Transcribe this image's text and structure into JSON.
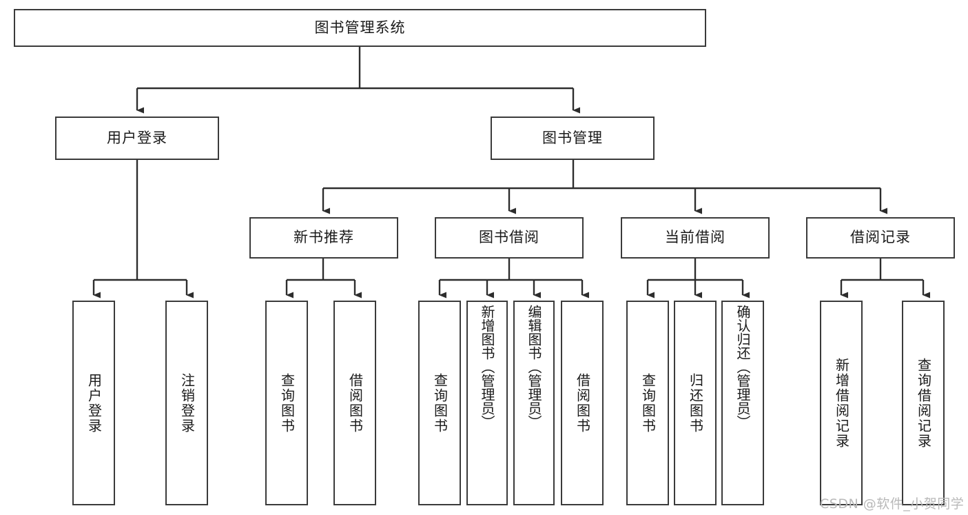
{
  "diagram": {
    "title": "图书管理系统",
    "type": "tree-hierarchy",
    "root": {
      "label": "图书管理系统"
    },
    "level2": [
      {
        "label": "用户登录"
      },
      {
        "label": "图书管理"
      }
    ],
    "level3": [
      {
        "label": "新书推荐",
        "parent": "图书管理"
      },
      {
        "label": "图书借阅",
        "parent": "图书管理"
      },
      {
        "label": "当前借阅",
        "parent": "图书管理"
      },
      {
        "label": "借阅记录",
        "parent": "图书管理"
      }
    ],
    "leaves": {
      "user_login": [
        {
          "label": "用户登录"
        },
        {
          "label": "注销登录"
        }
      ],
      "new_book_recommend": [
        {
          "label": "查询图书"
        },
        {
          "label": "借阅图书"
        }
      ],
      "book_borrow": [
        {
          "label": "查询图书"
        },
        {
          "label": "新增图书（管理员）"
        },
        {
          "label": "编辑图书（管理员）"
        },
        {
          "label": "借阅图书"
        }
      ],
      "current_borrow": [
        {
          "label": "查询图书"
        },
        {
          "label": "归还图书"
        },
        {
          "label": "确认归还（管理员）"
        }
      ],
      "borrow_record": [
        {
          "label": "新增借阅记录"
        },
        {
          "label": "查询借阅记录"
        }
      ]
    }
  },
  "watermark": {
    "text": "CSDN @软件_小贺同学"
  },
  "colors": {
    "stroke": "#3a3a3a",
    "fill": "#ffffff",
    "text": "#1a1a1a",
    "watermark": "#b9b9b9"
  }
}
